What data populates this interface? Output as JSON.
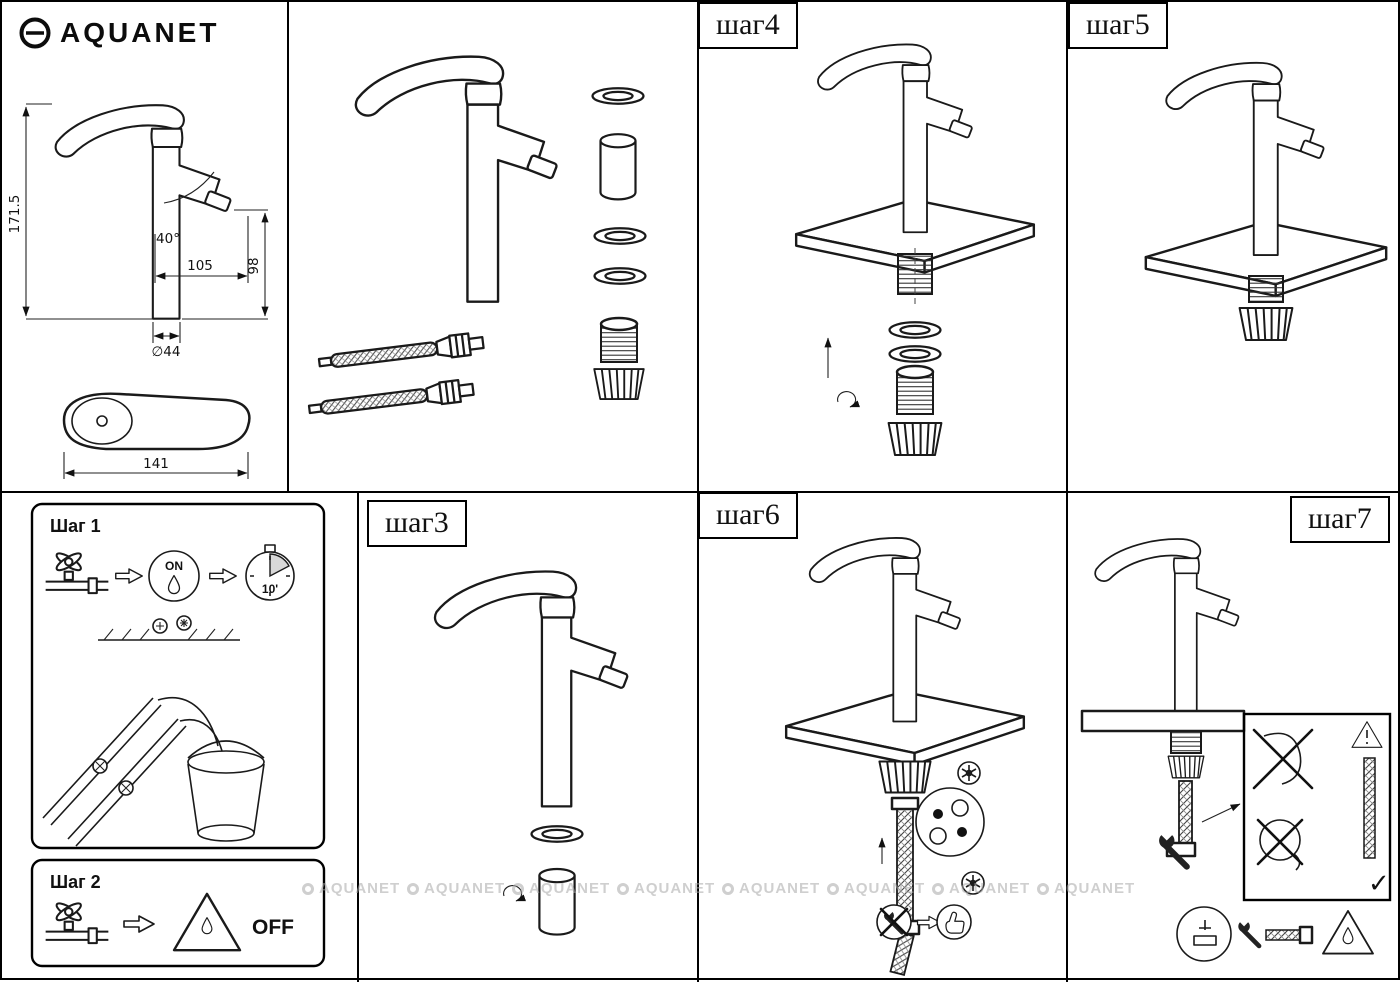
{
  "brand": {
    "name": "AQUANET"
  },
  "dims": {
    "total_height": "171.5",
    "angle": "40°",
    "reach": "105",
    "spout_height": "98",
    "diameter": "∅44",
    "base_length": "141"
  },
  "steps": {
    "step1": {
      "label": "Шаг 1",
      "on_label": "ON",
      "timer_label": "10'"
    },
    "step2": {
      "label": "Шаг 2",
      "off_label": "OFF"
    },
    "step3": {
      "label": "шаг3"
    },
    "step4": {
      "label": "шаг4"
    },
    "step5": {
      "label": "шаг5"
    },
    "step6": {
      "label": "шаг6"
    },
    "step7": {
      "label": "шаг7"
    }
  },
  "icons": {
    "check": "✓"
  },
  "watermark": {
    "text": "AQUANET"
  }
}
